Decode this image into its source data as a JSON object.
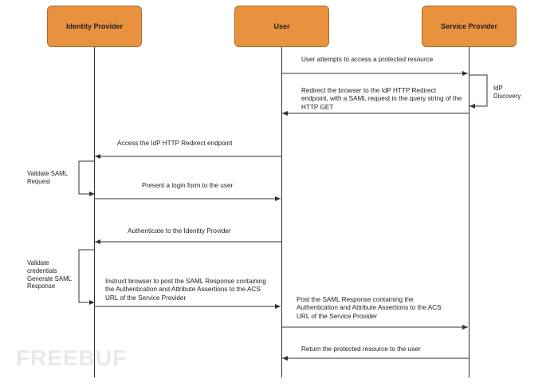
{
  "actors": {
    "idp": "Identity Provider",
    "user": "User",
    "sp": "Service Provider"
  },
  "messages": {
    "m1": "User attempts to access a protected resource",
    "m2": "Redirect the browser to the IdP HTTP Redirect endpoint, with a SAML request in the query string of the HTTP GET",
    "m3": "Access the IdP HTTP Redirect endpoint",
    "m4": "Present a login form to the user",
    "m5": "Authenticate to the Identity Provider",
    "m6": "Instruct browser to post the SAML Response containing the Authentication and Attribute Assertions to the ACS URL of the Service Provider",
    "m7": "Post the SAML Response containing the Authentication and Attribute Assertions to the ACS URL of the Service Provider",
    "m8": "Return the protected resource to the user"
  },
  "self_notes": {
    "sp_discovery": "IdP Discovery",
    "idp_validate_request": "Validate SAML Request",
    "idp_validate_credentials": "Validate credentials Generate SAML Response"
  },
  "watermark": "FREEBUF"
}
